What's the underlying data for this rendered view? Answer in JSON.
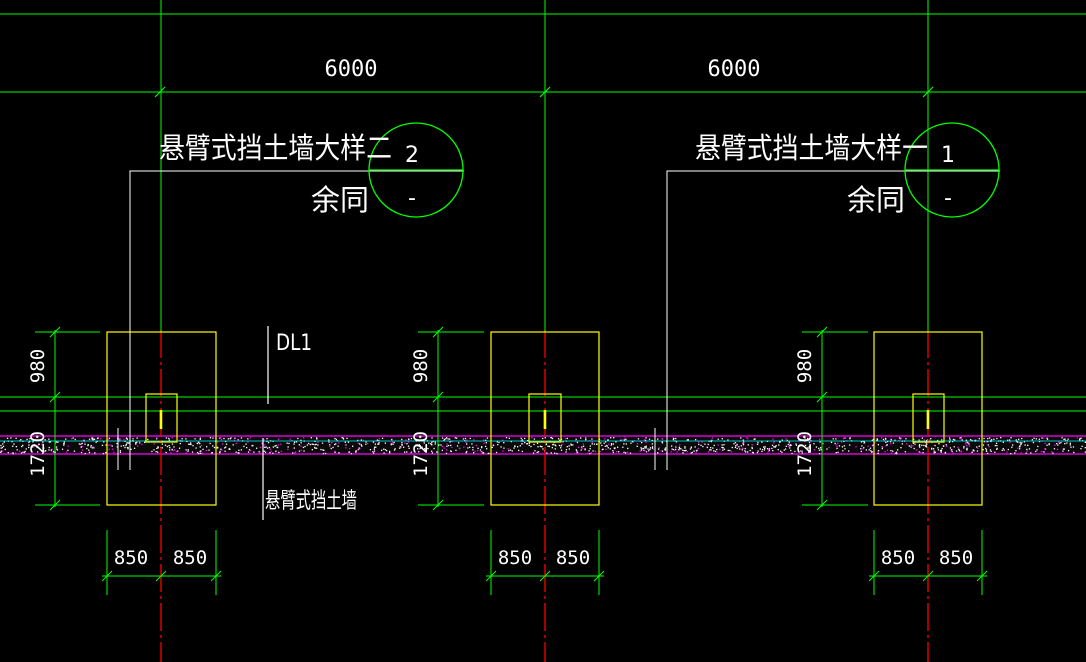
{
  "colors": {
    "background": "#000000",
    "grid_line": "#00ff00",
    "axis_line": "#ff0000",
    "outline": "#ffff00",
    "hatch": "#ff00ff",
    "text": "#ffffff"
  },
  "bay_dimensions": [
    "6000",
    "6000"
  ],
  "sections": [
    {
      "title": "悬臂式挡土墙大样二",
      "bubble_top": "2",
      "note": "余同",
      "bubble_bottom": "-"
    },
    {
      "title": "悬臂式挡土墙大样一",
      "bubble_top": "1",
      "note": "余同",
      "bubble_bottom": "-"
    }
  ],
  "foundations": [
    {
      "dim_top": "980",
      "dim_bottom": "1720",
      "dim_left": "850",
      "dim_right": "850",
      "column_symbol": "I"
    },
    {
      "dim_top": "980",
      "dim_bottom": "1720",
      "dim_left": "850",
      "dim_right": "850",
      "column_symbol": "I"
    },
    {
      "dim_top": "980",
      "dim_bottom": "1720",
      "dim_left": "850",
      "dim_right": "850",
      "column_symbol": "I"
    }
  ],
  "labels": {
    "beam": "DL1",
    "wall": "悬臂式挡土墙"
  },
  "icons": {
    "section_bubble": "circle-with-divider",
    "column": "i-beam-glyph"
  }
}
